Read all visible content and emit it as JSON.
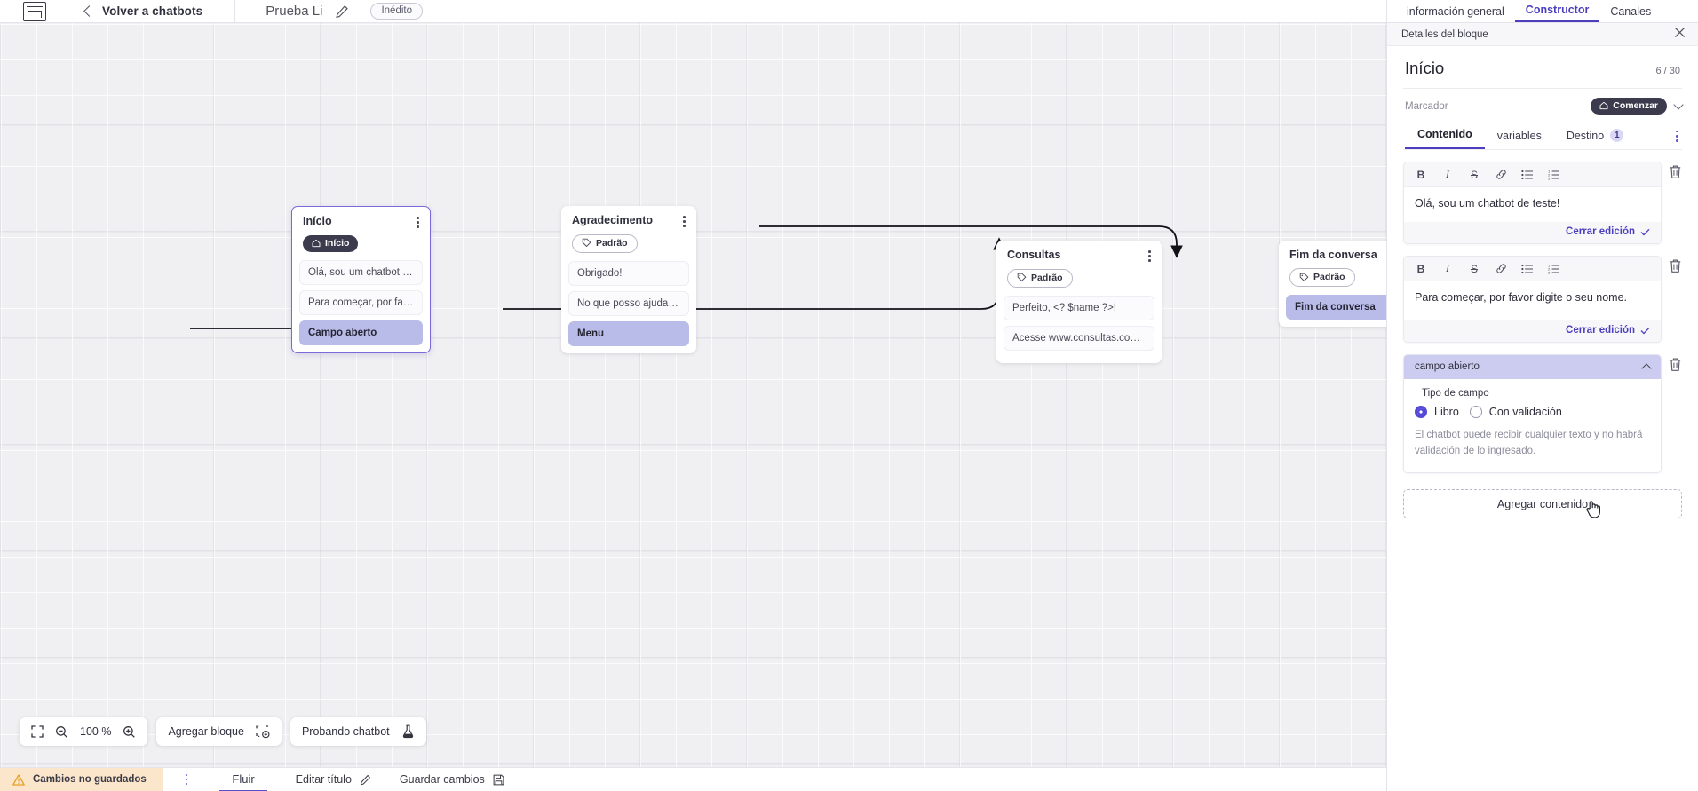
{
  "topbar": {
    "logo_icon": "app-logo-icon",
    "back_label": "Volver a chatbots",
    "back_icon": "chevron-left-icon",
    "bot_title": "Prueba Li",
    "edit_icon": "pencil-icon",
    "status_badge": "Inédito"
  },
  "canvas": {
    "nodes": [
      {
        "id": "inicio",
        "title": "Início",
        "tag": "Início",
        "tag_icon": "home-icon",
        "tag_style": "dark",
        "selected": true,
        "menu_icon": "kebab-menu-icon",
        "items": [
          {
            "text": "Olá, sou um chatbot de teste!",
            "highlight": false
          },
          {
            "text": "Para começar, por favor digite o ...",
            "highlight": false
          },
          {
            "text": "Campo aberto",
            "highlight": true
          }
        ]
      },
      {
        "id": "agradecimento",
        "title": "Agradecimento",
        "tag": "Padrão",
        "tag_icon": "tag-icon",
        "tag_style": "outline",
        "selected": false,
        "menu_icon": "kebab-menu-icon",
        "items": [
          {
            "text": "Obrigado!",
            "highlight": false
          },
          {
            "text": "No que posso ajudar, <? $name ...",
            "highlight": false
          },
          {
            "text": "Menu",
            "highlight": true
          }
        ]
      },
      {
        "id": "consultas",
        "title": "Consultas",
        "tag": "Padrão",
        "tag_icon": "tag-icon",
        "tag_style": "outline",
        "selected": false,
        "menu_icon": "kebab-menu-icon",
        "items": [
          {
            "text": "Perfeito, <? $name ?>!",
            "highlight": false
          },
          {
            "text": "Acesse www.consultas.com par...",
            "highlight": false
          }
        ]
      },
      {
        "id": "fim-da-conversa",
        "title": "Fim da conversa",
        "tag": "Padrão",
        "tag_icon": "tag-icon",
        "tag_style": "outline",
        "selected": false,
        "menu_icon": "",
        "items": [
          {
            "text": "Fim da conversa",
            "highlight": true
          }
        ]
      }
    ],
    "tools": {
      "fit_icon": "fit-screen-icon",
      "zoom_out_icon": "zoom-out-icon",
      "zoom_level": "100 %",
      "zoom_in_icon": "zoom-in-icon",
      "add_block_label": "Agregar bloque",
      "add_block_icon": "add-block-icon",
      "test_label": "Probando chatbot",
      "test_icon": "flask-icon"
    }
  },
  "statusbar": {
    "warning_icon": "warning-triangle-icon",
    "unsaved_label": "Cambios no guardados",
    "kebab_icon": "kebab-menu-icon",
    "flow_tab": "Fluir",
    "edit_title_label": "Editar título",
    "edit_title_icon": "pencil-icon",
    "save_label": "Guardar cambios",
    "save_icon": "save-disk-icon"
  },
  "right_panel": {
    "tabs": [
      {
        "label": "información general",
        "active": false
      },
      {
        "label": "Constructor",
        "active": true
      },
      {
        "label": "Canales",
        "active": false
      }
    ],
    "subheader": {
      "title": "Detalles del bloque",
      "close_icon": "close-icon"
    },
    "block": {
      "title": "Início",
      "count": "6 / 30",
      "marker_label": "Marcador",
      "marker_badge": "Comenzar",
      "marker_badge_icon": "home-icon",
      "marker_chevron_icon": "chevron-down-icon"
    },
    "inner_tabs": [
      {
        "label": "Contenido",
        "active": true,
        "badge": ""
      },
      {
        "label": "variables",
        "active": false,
        "badge": ""
      },
      {
        "label": "Destino",
        "active": false,
        "badge": "1"
      }
    ],
    "inner_tabs_menu_icon": "kebab-menu-icon",
    "editors": [
      {
        "text": "Olá, sou um chatbot de teste!",
        "close_label": "Cerrar edición",
        "close_icon": "check-icon",
        "delete_icon": "trash-icon",
        "toolbar": [
          {
            "name": "bold-icon",
            "glyph": "B"
          },
          {
            "name": "italic-icon",
            "glyph": "I"
          },
          {
            "name": "strikethrough-icon",
            "glyph": "S"
          },
          {
            "name": "link-icon",
            "glyph": "&"
          },
          {
            "name": "bullet-list-icon",
            "glyph": "☰"
          },
          {
            "name": "numbered-list-icon",
            "glyph": "☰"
          }
        ]
      },
      {
        "text": "Para começar, por favor digite o seu nome.",
        "close_label": "Cerrar edición",
        "close_icon": "check-icon",
        "delete_icon": "trash-icon",
        "toolbar": [
          {
            "name": "bold-icon",
            "glyph": "B"
          },
          {
            "name": "italic-icon",
            "glyph": "I"
          },
          {
            "name": "strikethrough-icon",
            "glyph": "S"
          },
          {
            "name": "link-icon",
            "glyph": "&"
          },
          {
            "name": "bullet-list-icon",
            "glyph": "☰"
          },
          {
            "name": "numbered-list-icon",
            "glyph": "☰"
          }
        ]
      }
    ],
    "field_card": {
      "header": "campo abierto",
      "collapse_icon": "chevron-up-icon",
      "delete_icon": "trash-icon",
      "legend": "Tipo de campo",
      "options": [
        {
          "label": "Libro",
          "selected": true
        },
        {
          "label": "Con validación",
          "selected": false
        }
      ],
      "note": "El chatbot puede recibir cualquier texto y no habrá validación de lo ingresado."
    },
    "add_content_label": "Agregar contenido",
    "cursor_icon": "pointer-hand-icon"
  },
  "colors": {
    "accent": "#4b3fc0",
    "highlight": "#b9bce8",
    "node_selected_border": "#7b68d9",
    "card_header": "#ccccf0",
    "warning_bg": "#fbe6cc",
    "dark_badge": "#3b3b4d"
  }
}
